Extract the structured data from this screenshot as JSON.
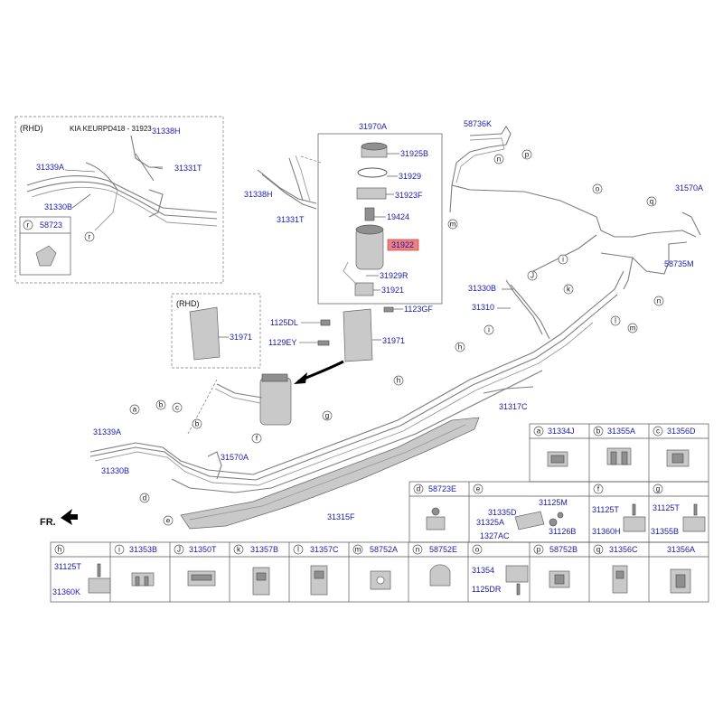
{
  "rhd_top": {
    "tag": "(RHD)",
    "note": "KIA KEURPD418 - 31923"
  },
  "rhd_box2": {
    "tag": "(RHD)"
  },
  "labels": [
    {
      "id": "31338H-a",
      "text": "31338H"
    },
    {
      "id": "31339A-a",
      "text": "31339A"
    },
    {
      "id": "31331T-a",
      "text": "31331T"
    },
    {
      "id": "31330B-a",
      "text": "31330B"
    },
    {
      "id": "58723",
      "text": "58723"
    },
    {
      "id": "31970A",
      "text": "31970A"
    },
    {
      "id": "31925B",
      "text": "31925B"
    },
    {
      "id": "31929",
      "text": "31929"
    },
    {
      "id": "31923F",
      "text": "31923F"
    },
    {
      "id": "19424",
      "text": "19424"
    },
    {
      "id": "31922",
      "text": "31922"
    },
    {
      "id": "31929R",
      "text": "31929R"
    },
    {
      "id": "31921",
      "text": "31921"
    },
    {
      "id": "31338H-b",
      "text": "31338H"
    },
    {
      "id": "31331T-b",
      "text": "31331T"
    },
    {
      "id": "1125DL",
      "text": "1125DL"
    },
    {
      "id": "1123GF",
      "text": "1123GF"
    },
    {
      "id": "1129EY",
      "text": "1129EY"
    },
    {
      "id": "31971-a",
      "text": "31971"
    },
    {
      "id": "31971-b",
      "text": "31971"
    },
    {
      "id": "58736K",
      "text": "58736K"
    },
    {
      "id": "31570A-a",
      "text": "31570A"
    },
    {
      "id": "58735M",
      "text": "58735M"
    },
    {
      "id": "31330B-b",
      "text": "31330B"
    },
    {
      "id": "31310",
      "text": "31310"
    },
    {
      "id": "31317C",
      "text": "31317C"
    },
    {
      "id": "31339A-b",
      "text": "31339A"
    },
    {
      "id": "31330B-c",
      "text": "31330B"
    },
    {
      "id": "31570A-b",
      "text": "31570A"
    },
    {
      "id": "31315F",
      "text": "31315F"
    },
    {
      "id": "FR",
      "text": "FR."
    }
  ],
  "callouts": [
    "r",
    "p",
    "n",
    "o",
    "q",
    "m",
    "i",
    "J",
    "k",
    "l",
    "m",
    "n",
    "h",
    "i",
    "g",
    "f",
    "a",
    "b",
    "c",
    "b",
    "d",
    "e"
  ],
  "table_row1": [
    {
      "letter": "a",
      "part": "31334J"
    },
    {
      "letter": "b",
      "part": "31355A"
    },
    {
      "letter": "c",
      "part": "31356D"
    }
  ],
  "table_row2": [
    {
      "letter": "d",
      "part": "58723E"
    },
    {
      "letter": "e",
      "part": ""
    },
    {
      "letter": "f",
      "part": ""
    },
    {
      "letter": "g",
      "part": ""
    }
  ],
  "row2_sublabels": {
    "e": [
      "31335D",
      "31125M",
      "31325A",
      "31126B",
      "1327AC"
    ],
    "f": [
      "31125T",
      "31360H"
    ],
    "g": [
      "31125T",
      "31355B"
    ]
  },
  "table_row3": [
    {
      "letter": "h",
      "part": ""
    },
    {
      "letter": "i",
      "part": "31353B"
    },
    {
      "letter": "J",
      "part": "31350T"
    },
    {
      "letter": "k",
      "part": "31357B"
    },
    {
      "letter": "l",
      "part": "31357C"
    },
    {
      "letter": "m",
      "part": "58752A"
    },
    {
      "letter": "n",
      "part": "58752E"
    },
    {
      "letter": "o",
      "part": ""
    },
    {
      "letter": "p",
      "part": "58752B"
    },
    {
      "letter": "q",
      "part": "31356C"
    },
    {
      "letter": "",
      "part": "31356A"
    }
  ],
  "row3_sublabels": {
    "h": [
      "31125T",
      "31360K"
    ],
    "o": [
      "31354",
      "1125DR"
    ]
  },
  "colors": {
    "label": "#1a1aa8",
    "highlight": "#f08080",
    "line": "#7d7d7d"
  }
}
